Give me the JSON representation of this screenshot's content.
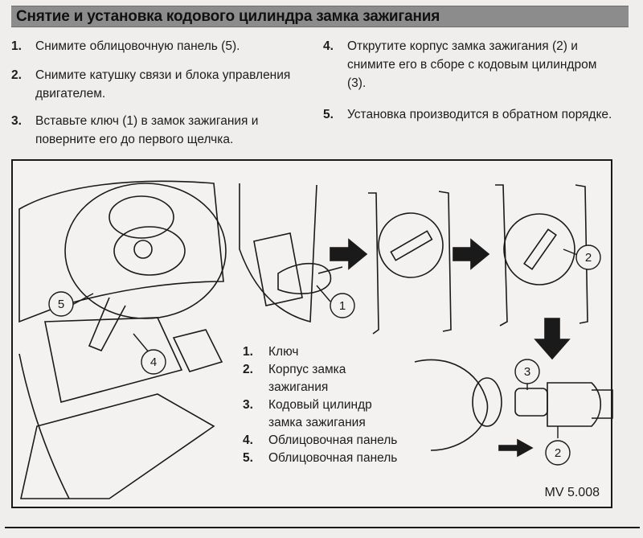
{
  "title": "Снятие и установка кодового цилиндра замка зажигания",
  "steps_left": [
    {
      "num": "1.",
      "text": "Снимите облицовочную панель (5)."
    },
    {
      "num": "2.",
      "text": "Снимите катушку связи и блока управления двигателем."
    },
    {
      "num": "3.",
      "text": "Вставьте ключ (1) в замок зажигания и поверните его до первого щелчка."
    }
  ],
  "steps_right": [
    {
      "num": "4.",
      "text": "Открутите корпус замка зажигания (2) и снимите его в сборе с кодовым цилиндром (3)."
    },
    {
      "num": "5.",
      "text": "Установка производится в обратном порядке."
    }
  ],
  "legend": [
    {
      "num": "1.",
      "text": "Ключ"
    },
    {
      "num": "2.",
      "text": "Корпус замка зажигания"
    },
    {
      "num": "3.",
      "text": "Кодовый цилиндр замка зажигания"
    },
    {
      "num": "4.",
      "text": "Облицовочная панель"
    },
    {
      "num": "5.",
      "text": "Облицовочная панель"
    }
  ],
  "callouts": {
    "c5": "5",
    "c4": "4",
    "c1": "1",
    "c2a": "2",
    "c3": "3",
    "c2b": "2"
  },
  "figure_code": "MV 5.008"
}
